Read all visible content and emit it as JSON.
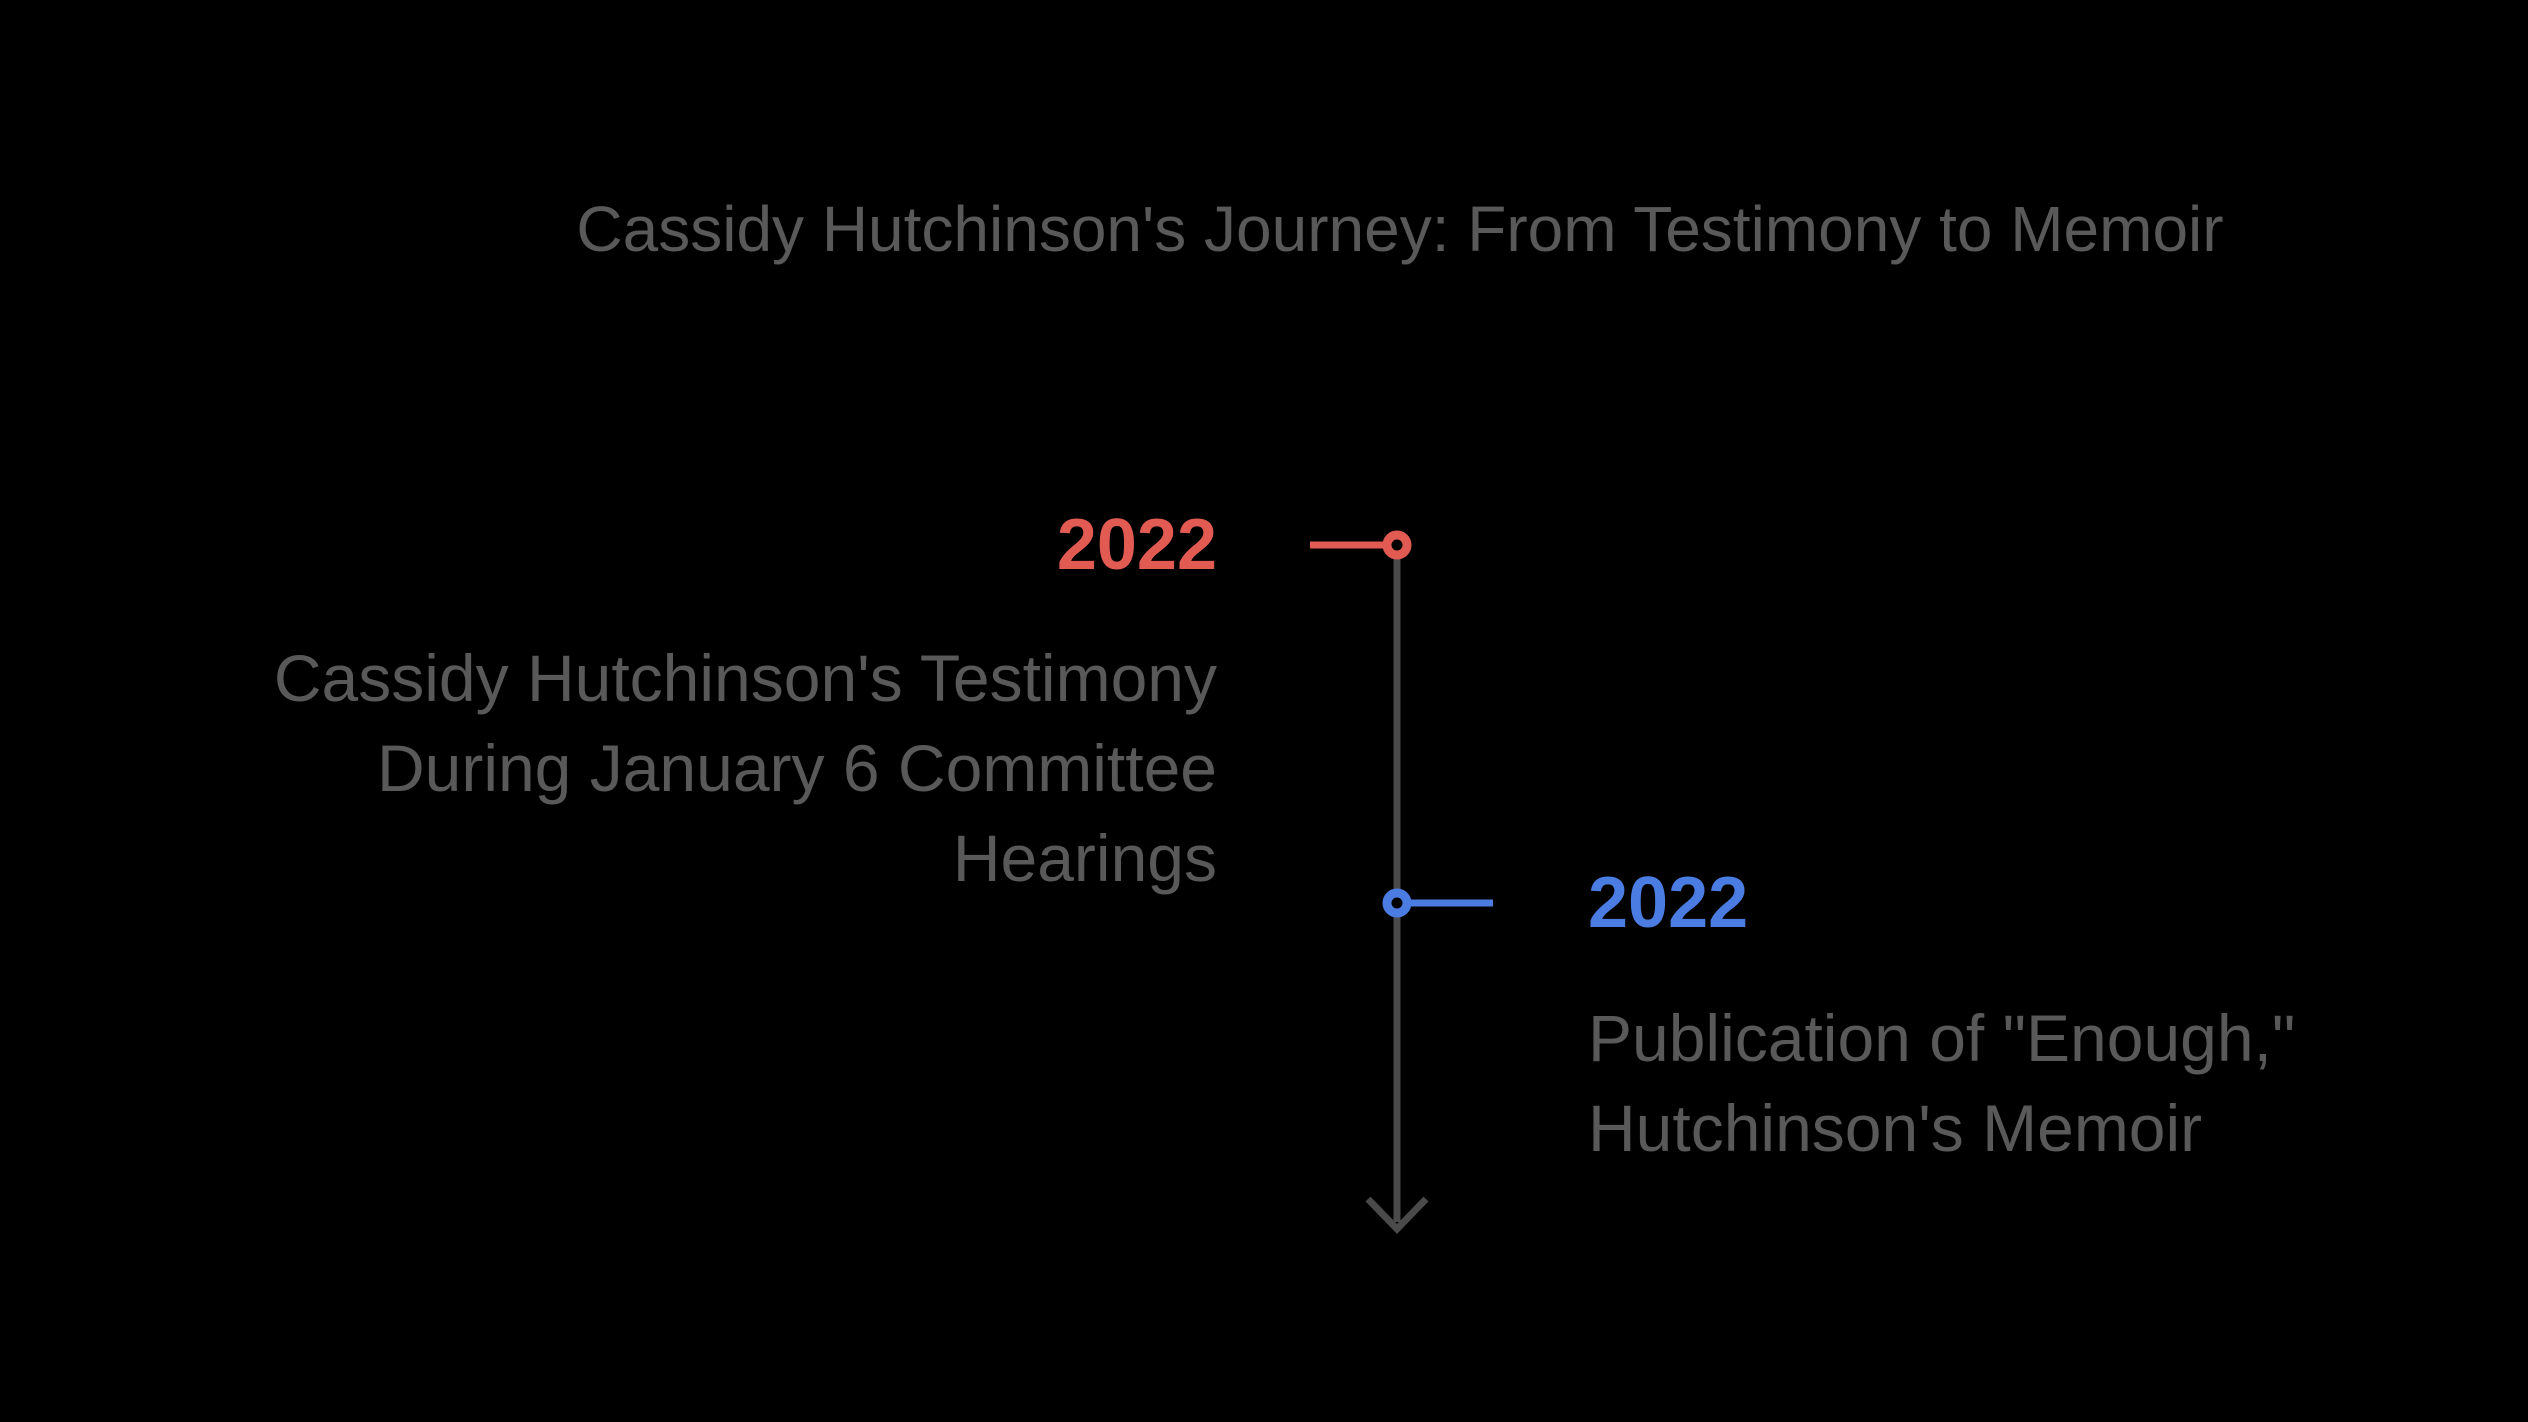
{
  "background_color": "#000000",
  "title": {
    "text": "Cassidy Hutchinson's Journey: From Testimony to Memoir",
    "color": "#595959"
  },
  "timeline": {
    "axis_color": "#4A4A4A",
    "axis_arrow_direction": "down",
    "text_color": "#595959",
    "events": [
      {
        "year": "2022",
        "accent_color": "#E25B52",
        "side": "left",
        "description": "Cassidy Hutchinson's Testimony During January 6 Committee Hearings",
        "description_color": "#595959"
      },
      {
        "year": "2022",
        "accent_color": "#4A7CE2",
        "side": "right",
        "description": "Publication of \"Enough,\" Hutchinson's Memoir",
        "description_color": "#595959"
      }
    ]
  }
}
